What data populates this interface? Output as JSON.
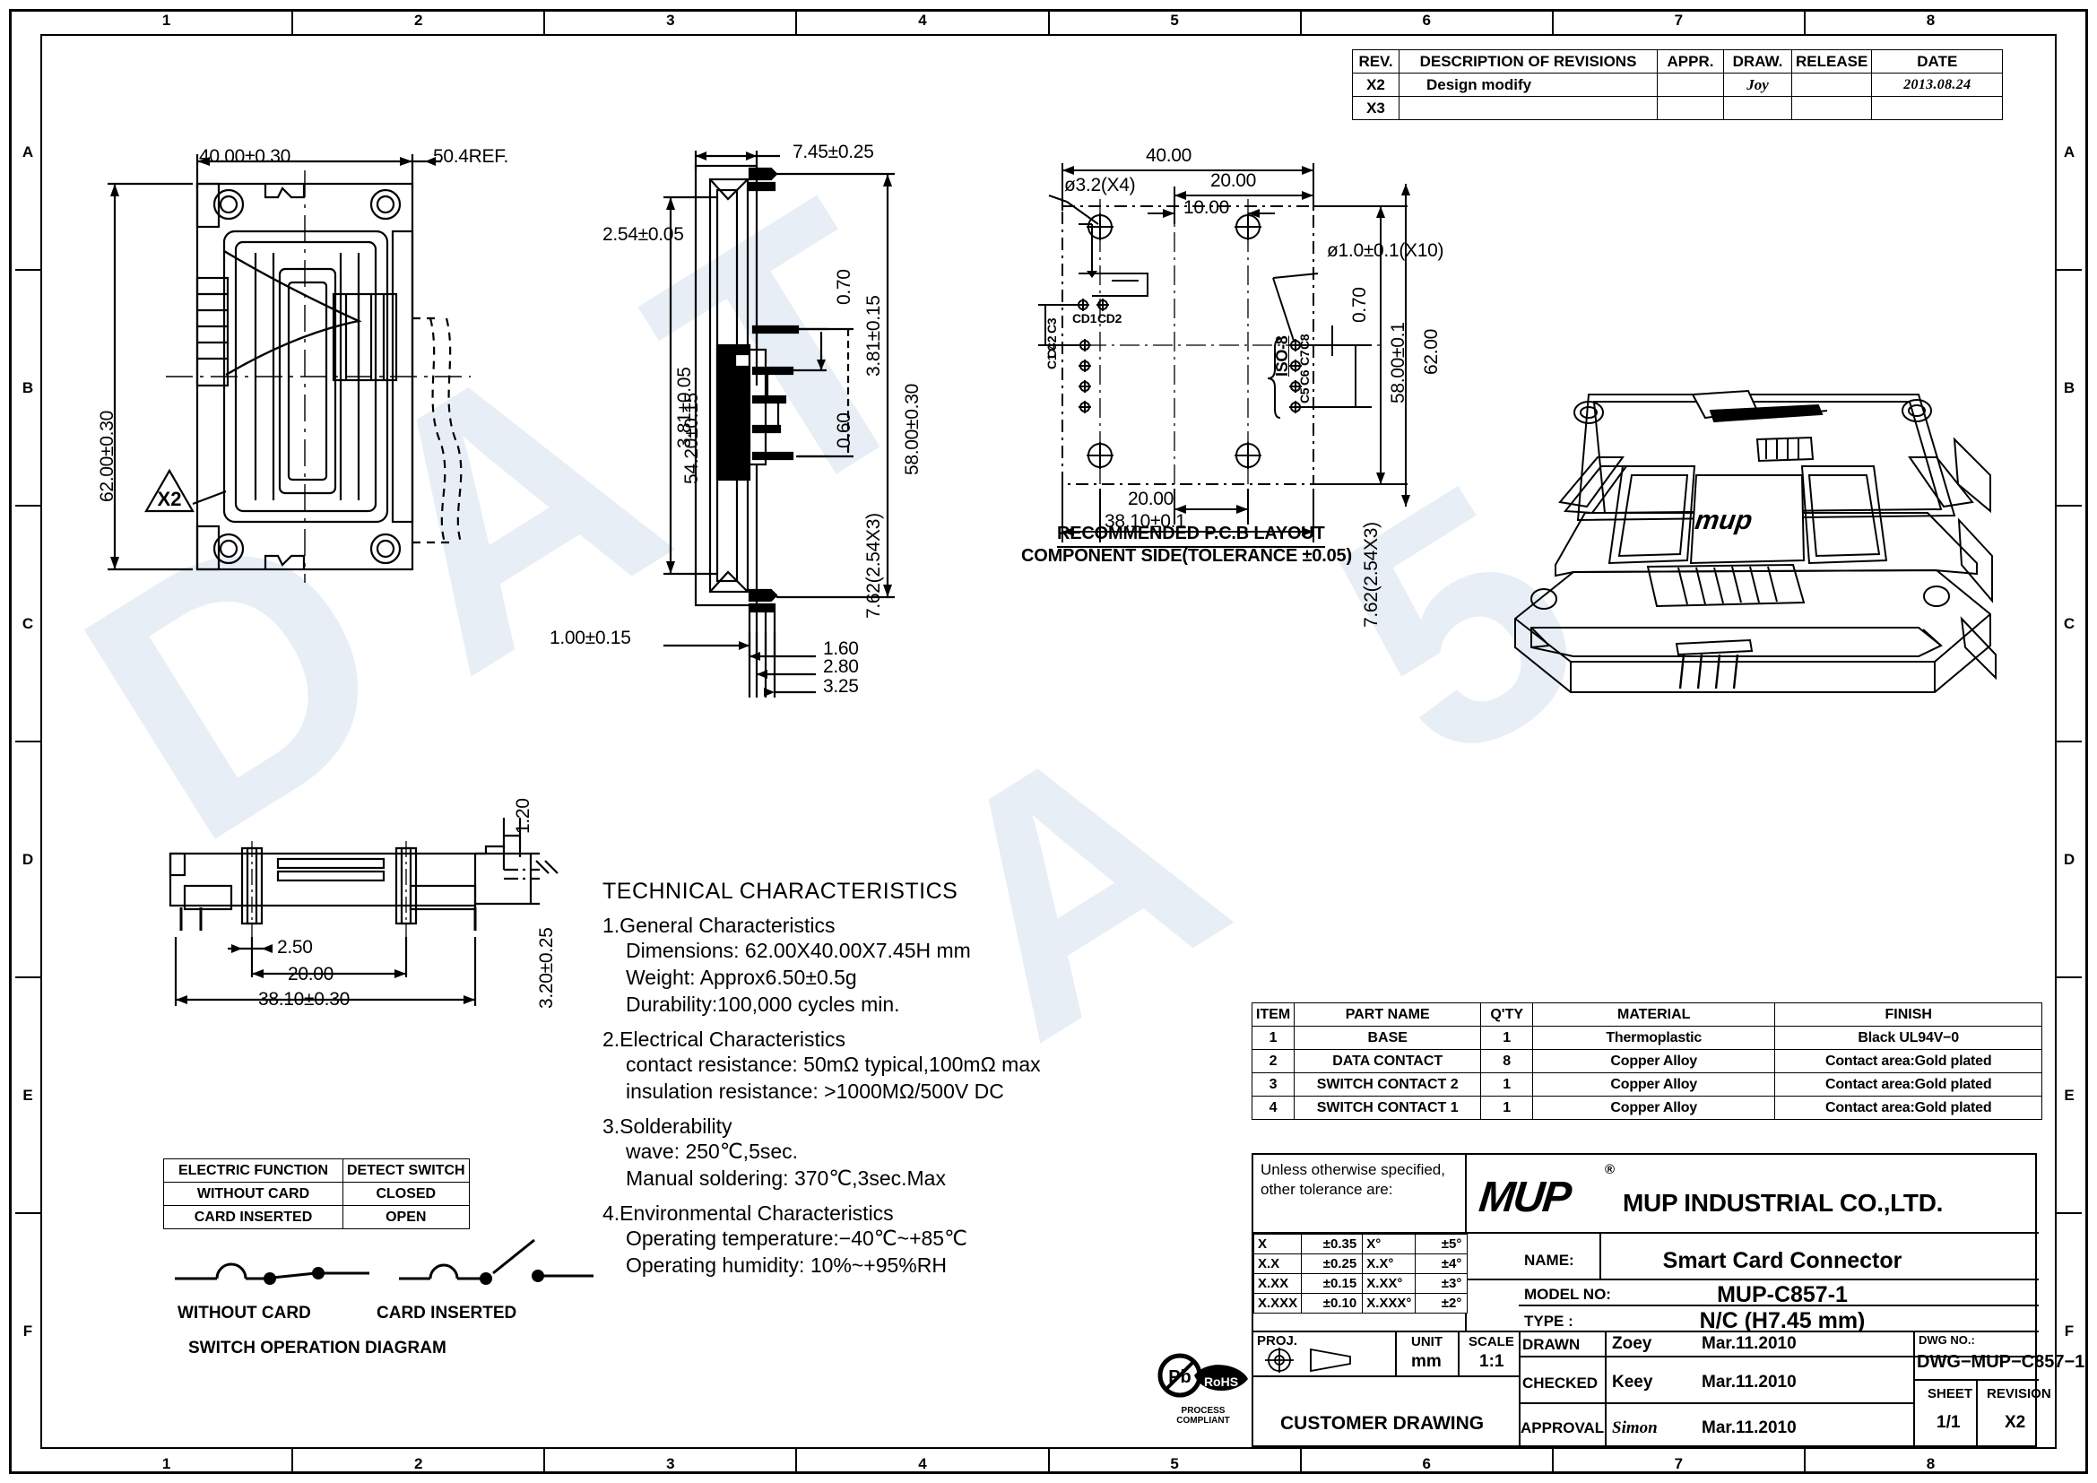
{
  "sheet": {
    "zones_top": [
      "1",
      "2",
      "3",
      "4",
      "5",
      "6",
      "7",
      "8"
    ],
    "zones_side": [
      "A",
      "B",
      "C",
      "D",
      "E",
      "F"
    ]
  },
  "revision_table": {
    "headers": [
      "REV.",
      "DESCRIPTION OF REVISIONS",
      "APPR.",
      "DRAW.",
      "RELEASE",
      "DATE"
    ],
    "rows": [
      {
        "rev": "X2",
        "desc": "Design modify",
        "appr": "",
        "draw": "Joy",
        "release": "",
        "date": "2013.08.24"
      },
      {
        "rev": "X3",
        "desc": "",
        "appr": "",
        "draw": "",
        "release": "",
        "date": ""
      }
    ]
  },
  "views": {
    "top_view": {
      "dims": [
        "40.00±0.30",
        "50.4REF.",
        "62.00±0.30"
      ],
      "balloon": "X2"
    },
    "side_view": {
      "dims": [
        "7.45±0.25",
        "54.20±0.15",
        "58.00±0.30",
        "3.81±0.15",
        "0.70",
        "0.60",
        "7.62(2.54X3)",
        "1.00±0.15",
        "1.60",
        "2.80",
        "3.25"
      ]
    },
    "bottom_view": {
      "dims": [
        "1.20",
        "2.50",
        "20.00",
        "38.10±0.30",
        "3.20±0.25"
      ]
    },
    "pcb_layout": {
      "title_line1": "RECOMMENDED  P.C.B  LAYOUT",
      "title_line2": "COMPONENT SIDE(TOLERANCE ±0.05)",
      "dims": [
        "40.00",
        "20.00",
        "10.00",
        "ø3.2(X4)",
        "ø1.0±0.1(X10)",
        "2.54±0.05",
        "3.81±0.05",
        "0.70",
        "58.00±0.1",
        "62.00",
        "7.62(2.54X3)",
        "20.00",
        "38.10±0.1"
      ],
      "pad_labels": [
        "CD1",
        "CD2",
        "C1",
        "C2",
        "C3",
        "C4",
        "C5",
        "C6",
        "C7",
        "C8"
      ],
      "iso_label": "ISO-8"
    }
  },
  "technical": {
    "title": "TECHNICAL  CHARACTERISTICS",
    "sections": [
      {
        "heading": "1.General  Characteristics",
        "lines": [
          "Dimensions: 62.00X40.00X7.45H  mm",
          "Weight: Approx6.50±0.5g",
          "Durability:100,000  cycles  min."
        ]
      },
      {
        "heading": "2.Electrical  Characteristics",
        "lines": [
          "contact  resistance: 50mΩ  typical,100mΩ max",
          "insulation  resistance: >1000MΩ/500V  DC"
        ]
      },
      {
        "heading": "3.Solderability",
        "lines": [
          "wave: 250℃,5sec.",
          "Manual  soldering: 370℃,3sec.Max"
        ]
      },
      {
        "heading": "4.Environmental  Characteristics",
        "lines": [
          "Operating  temperature:−40℃~+85℃",
          "Operating  humidity: 10%~+95%RH"
        ]
      }
    ]
  },
  "electric_function": {
    "headers": [
      "ELECTRIC FUNCTION",
      "DETECT SWITCH"
    ],
    "rows": [
      [
        "WITHOUT CARD",
        "CLOSED"
      ],
      [
        "CARD INSERTED",
        "OPEN"
      ]
    ],
    "diagram_title": "SWITCH  OPERATION  DIAGRAM",
    "diagram_labels": [
      "WITHOUT CARD",
      "CARD INSERTED"
    ]
  },
  "parts_table": {
    "headers": [
      "ITEM",
      "PART NAME",
      "Q'TY",
      "MATERIAL",
      "FINISH"
    ],
    "rows": [
      [
        "1",
        "BASE",
        "1",
        "Thermoplastic",
        "Black UL94V−0"
      ],
      [
        "2",
        "DATA CONTACT",
        "8",
        "Copper Alloy",
        "Contact area:Gold plated"
      ],
      [
        "3",
        "SWITCH CONTACT 2",
        "1",
        "Copper Alloy",
        "Contact area:Gold plated"
      ],
      [
        "4",
        "SWITCH CONTACT 1",
        "1",
        "Copper Alloy",
        "Contact area:Gold plated"
      ]
    ]
  },
  "title_block": {
    "tolerance_note": "Unless otherwise specified, other tolerance are:",
    "tolerances": [
      {
        "k": "X",
        "v": "±0.35",
        "k2": "X°",
        "v2": "±5°"
      },
      {
        "k": "X.X",
        "v": "±0.25",
        "k2": "X.X°",
        "v2": "±4°"
      },
      {
        "k": "X.XX",
        "v": "±0.15",
        "k2": "X.XX°",
        "v2": "±3°"
      },
      {
        "k": "X.XXX",
        "v": "±0.10",
        "k2": "X.XXX°",
        "v2": "±2°"
      }
    ],
    "logo_text": "MUP",
    "registered_mark": "®",
    "company": "MUP INDUSTRIAL CO.,LTD.",
    "name_label": "NAME:",
    "name_value": "Smart Card Connector",
    "model_label": "MODEL NO:",
    "model_value": "MUP-C857-1",
    "type_label": "TYPE :",
    "type_value": "N/C (H7.45 mm)",
    "proj_label": "PROJ.",
    "unit_label": "UNIT",
    "unit_value": "mm",
    "scale_label": "SCALE",
    "scale_value": "1:1",
    "customer_drawing": "CUSTOMER  DRAWING",
    "drawn_label": "DRAWN",
    "drawn_name": "Zoey",
    "drawn_date": "Mar.11.2010",
    "checked_label": "CHECKED",
    "checked_name": "Keey",
    "checked_date": "Mar.11.2010",
    "approval_label": "APPROVAL",
    "approval_name": "Simon",
    "approval_date": "Mar.11.2010",
    "dwg_no_label": "DWG NO.:",
    "dwg_no_value": "DWG−MUP−C857−1",
    "sheet_label": "SHEET",
    "sheet_value": "1/1",
    "revision_label": "REVISION",
    "revision_value": "X2",
    "rohs_text": "PROCESS COMPLIANT"
  },
  "colors": {
    "line": "#000000",
    "paper": "#ffffff",
    "watermark": "#e8eef6"
  }
}
